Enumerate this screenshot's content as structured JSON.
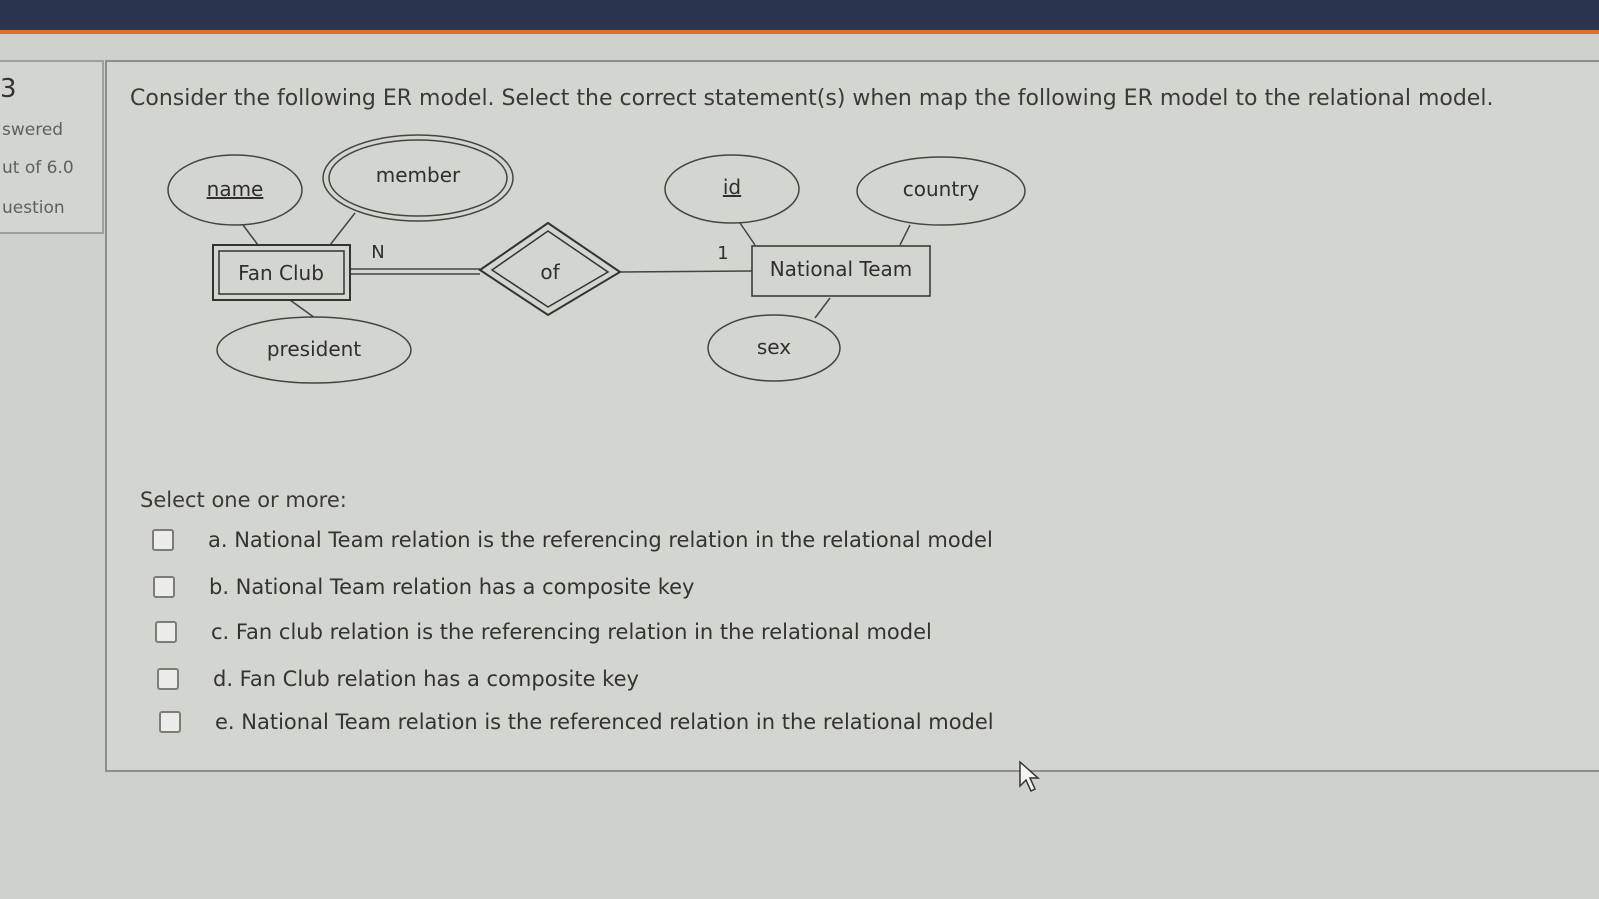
{
  "sidebar": {
    "question_number": "3",
    "status": "swered",
    "mark": "ut of 6.0",
    "flag": "uestion"
  },
  "question": {
    "text": "Consider the following ER model. Select the correct statement(s) when map the following ER model to the relational model."
  },
  "diagram": {
    "entities": {
      "fan_club": "Fan Club",
      "national_team": "National Team"
    },
    "relationship": "of",
    "attributes": {
      "name": "name",
      "member": "member",
      "president": "president",
      "id": "id",
      "country": "country",
      "sex": "sex"
    },
    "cardinality": {
      "fan_club_side": "N",
      "national_team_side": "1"
    }
  },
  "answers": {
    "prompt": "Select one or more:",
    "options": [
      {
        "label": "a. National Team relation is the referencing relation in the relational model",
        "checked": false
      },
      {
        "label": "b. National Team relation has a composite key",
        "checked": false
      },
      {
        "label": "c. Fan club relation is the referencing relation in the relational model",
        "checked": false
      },
      {
        "label": "d. Fan Club relation has a composite key",
        "checked": false
      },
      {
        "label": "e. National Team relation is the referenced relation in the relational model",
        "checked": false
      }
    ]
  }
}
